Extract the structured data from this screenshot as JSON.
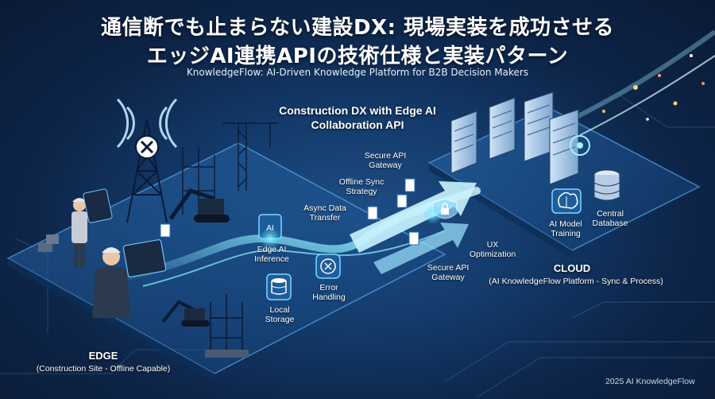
{
  "title": {
    "line1": "通信断でも止まらない建設DX: 現場実装を成功させる",
    "line2": "エッジAI連携APIの技術仕様と実装パターン"
  },
  "subtitle": "KnowledgeFlow: AI-Driven Knowledge Platform for B2B Decision Makers",
  "diagram_heading": {
    "line1": "Construction DX with Edge AI",
    "line2": "Collaboration API"
  },
  "edge": {
    "title": "EDGE",
    "subtitle": "(Construction Site - Offline Capable)"
  },
  "cloud": {
    "title": "CLOUD",
    "subtitle": "(AI KnowledgeFlow Platform - Sync & Process)"
  },
  "labels": {
    "secure_api_gateway_top": "Secure API Gateway",
    "offline_sync_strategy": "Offline Sync Strategy",
    "async_data_transfer": "Async Data Transfer",
    "edge_ai_inference": "Edge AI Inference",
    "error_handling": "Error Handling",
    "local_storage": "Local Storage",
    "ux_optimization": "UX Optimization",
    "secure_api_gateway_bottom": "Secure API Gateway",
    "ai_model_training": "AI Model Training",
    "central_database": "Central Database"
  },
  "badges": {
    "ai_chip": "AI"
  },
  "footer": "2025 AI KnowledgeFlow",
  "colors": {
    "background_dark": "#0b1a33",
    "accent_cyan": "#3fd4ff",
    "panel_blue": "#1e5d9c",
    "icon_blue": "#2a6bb8"
  }
}
